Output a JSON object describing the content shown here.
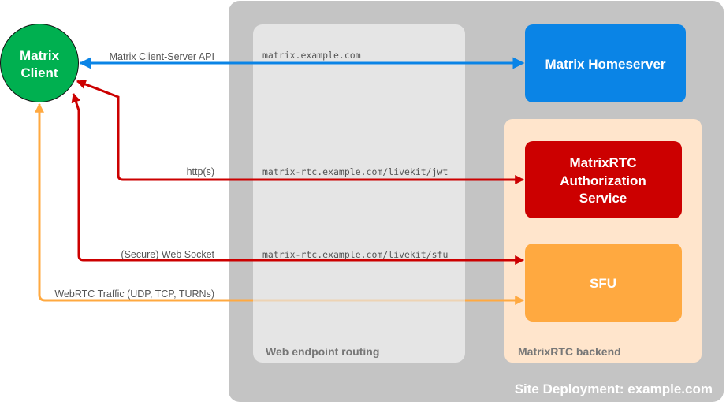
{
  "client": {
    "label_line1": "Matrix",
    "label_line2": "Client",
    "color": "#00B050"
  },
  "site": {
    "label": "Site Deployment: example.com",
    "color": "#C4C4C4"
  },
  "routing": {
    "label": "Web endpoint routing",
    "color": "#E5E5E5"
  },
  "backend": {
    "label": "MatrixRTC backend",
    "color": "#FFE5CC"
  },
  "homeserver": {
    "label": "Matrix Homeserver",
    "color": "#0A84E6"
  },
  "auth": {
    "line1": "MatrixRTC",
    "line2": "Authorization",
    "line3": "Service",
    "color": "#CC0000"
  },
  "sfu": {
    "label": "SFU",
    "color": "#FFA940"
  },
  "connections": [
    {
      "label": "Matrix Client-Server API",
      "endpoint": "matrix.example.com",
      "color": "#0A84E6"
    },
    {
      "label": "http(s)",
      "endpoint": "matrix-rtc.example.com/livekit/jwt",
      "color": "#CC0000"
    },
    {
      "label": "(Secure) Web Socket",
      "endpoint": "matrix-rtc.example.com/livekit/sfu",
      "color": "#CC0000"
    },
    {
      "label": "WebRTC Traffic (UDP, TCP, TURNs)",
      "endpoint": "",
      "color": "#FFA940"
    }
  ]
}
